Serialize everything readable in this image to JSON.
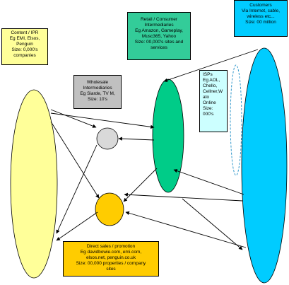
{
  "colors": {
    "content_fill": "#ffff99",
    "wholesale_fill": "#c0c0c0",
    "retail_fill": "#33cc99",
    "isp_fill": "#ccffff",
    "customers_fill": "#00ccff",
    "direct_fill": "#ffcc00"
  },
  "boxes": {
    "content": [
      "Content / IPR",
      "Eg EMI, Elsos,",
      "Penguin",
      "Size: 0,000's",
      "companies"
    ],
    "wholesale": [
      "Wholesale",
      "Intermediaries",
      "Eg Siarde, TV M,",
      "Size: 10's"
    ],
    "retail": [
      "Retail / Consumer",
      "Intermediaries",
      "Eg Amazon, Gameplay,",
      "Musc365, Yahoo",
      "Size: 00,000's sites and",
      "services"
    ],
    "isp": [
      "ISPs",
      "Eg AOL,",
      "Chello,",
      "Cellner,W",
      "ato",
      "Online",
      "Size:",
      "000's"
    ],
    "customers": [
      "Customers",
      "Via Internet, cable,",
      "wireless etc...",
      "Size: 00 million"
    ],
    "direct": [
      "Direct sales / promotion",
      "Eg davidbowie.com, emi.com,",
      "elsos.net, penguin.co.uk",
      "Size: 00,000 properties / company",
      "sites"
    ]
  }
}
